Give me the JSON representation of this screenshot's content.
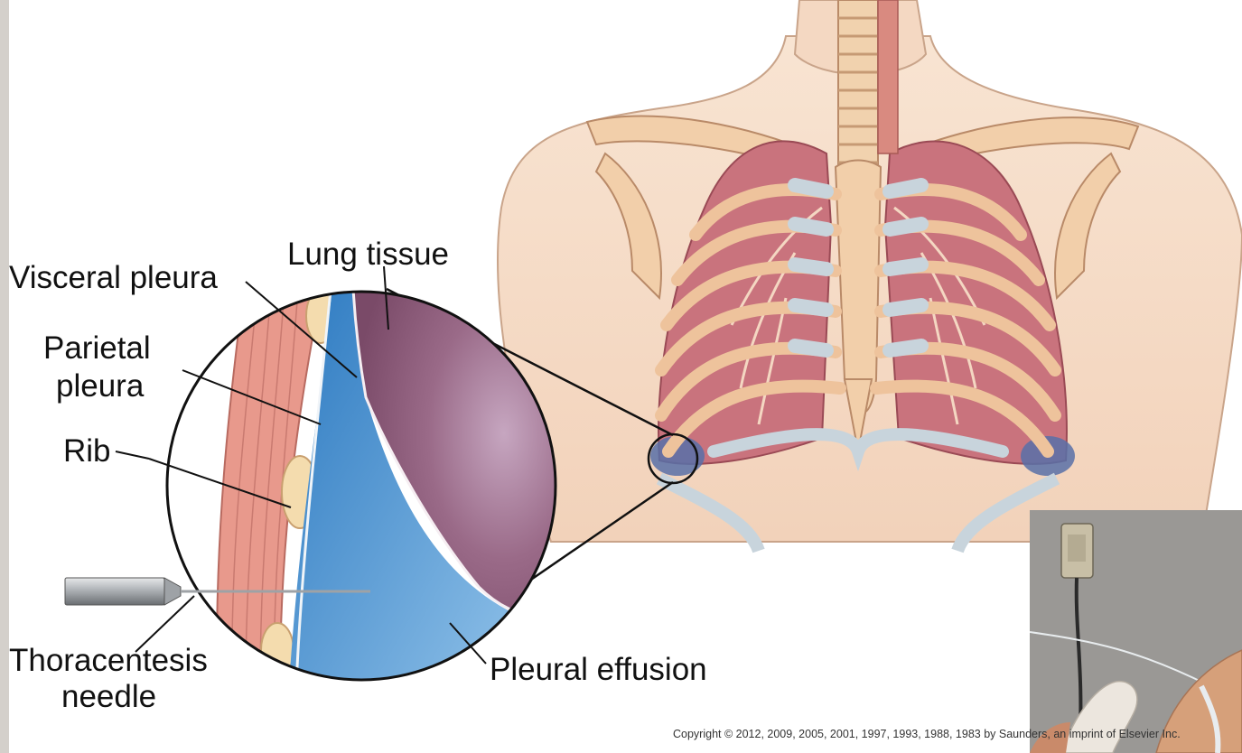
{
  "labels": {
    "lung_tissue": "Lung tissue",
    "visceral_pleura": "Visceral pleura",
    "parietal_pleura_line1": "Parietal",
    "parietal_pleura_line2": "pleura",
    "rib": "Rib",
    "thoracentesis_line1": "Thoracentesis",
    "thoracentesis_line2": "needle",
    "pleural_effusion": "Pleural effusion"
  },
  "copyright": "Copyright © 2012, 2009, 2005, 2001, 1997, 1993, 1988, 1983 by Saunders, an imprint of Elsevier Inc.",
  "colors": {
    "skin": "#f6dcc6",
    "skin_outline": "#c9a48a",
    "lung": "#c9737d",
    "rib_bone": "#f0c8a2",
    "cartilage": "#c8d4dc",
    "muscle": "#e59c90",
    "effusion_blue": "#3a88c8",
    "lung_purple": "#8a5a78",
    "needle": "#b8bcc0",
    "text": "#111111"
  }
}
